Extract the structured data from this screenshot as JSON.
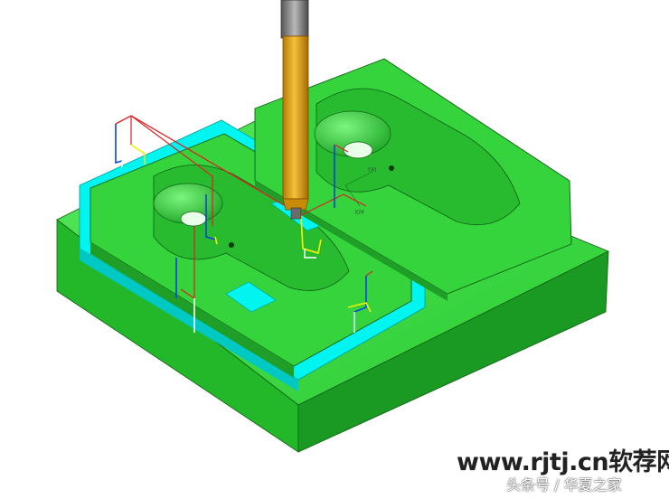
{
  "watermark": {
    "site": "www.rjtj.cn软荐网",
    "source": "头条号 / 华夏之家"
  },
  "axis_labels": {
    "ym": "YM",
    "xm": "XM"
  },
  "colors": {
    "part": "#33d43a",
    "part_dark": "#1d8f24",
    "selected_floor": "#00f5f0",
    "tool_holder": "#d89a10",
    "tool_shank": "#8a8a8a",
    "toolpath_rapid": "#e02020",
    "toolpath_cut": "#1040e0",
    "toolpath_engage": "#f0f000"
  }
}
